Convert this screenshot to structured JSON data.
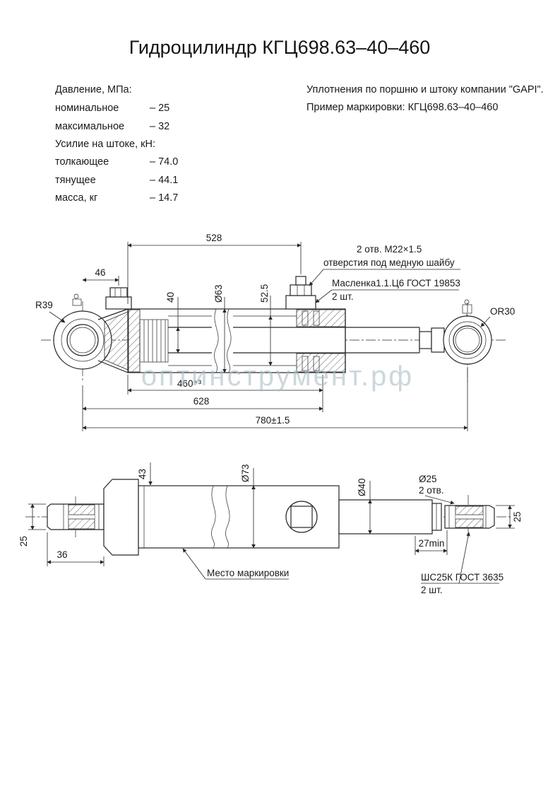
{
  "page": {
    "title": "Гидроцилиндр КГЦ698.63–40–460",
    "watermark": "оптинструмент.рф"
  },
  "specs": {
    "pressure_header": "Давление, МПа:",
    "nominal_label": "номинальное",
    "nominal_value": "– 25",
    "max_label": "максимальное",
    "max_value": "– 32",
    "force_header": "Усилие на штоке, кН:",
    "push_label": "толкающее",
    "push_value": "– 74.0",
    "pull_label": "тянущее",
    "pull_value": "– 44.1",
    "mass_label": "масса, кг",
    "mass_value": "– 14.7"
  },
  "notes": {
    "seals": "Уплотнения по поршню и штоку компании \"GAPI\".",
    "marking_example": "Пример маркировки: КГЦ698.63–40–460"
  },
  "upper_view": {
    "dim_length_528": "528",
    "holes_note_1": "2 отв. М22×1.5",
    "holes_note_2": "отверстия под медную шайбу",
    "dim_46": "46",
    "dim_rod_40": "40",
    "dim_bore_63": "Ø63",
    "dim_52_5": "52.5",
    "grease_note_1": "Масленка1.1.Ц6 ГОСТ 19853",
    "grease_note_2": "2 шт.",
    "radius_r39": "R39",
    "radius_or30": "OR30",
    "dim_stroke_460": "460⁺³",
    "dim_628": "628",
    "dim_780": "780±1.5"
  },
  "lower_view": {
    "dim_43": "43",
    "dim_d73": "Ø73",
    "dim_d40": "Ø40",
    "dim_d25": "Ø25",
    "dim_d25_qty": "2 отв.",
    "dim_pin_25_right": "25",
    "dim_pin_25_left": "25",
    "dim_36": "36",
    "dim_27min": "27min",
    "marking_label": "Место маркировки",
    "bearing_note_1": "ШС25К ГОСТ 3635",
    "bearing_note_2": "2 шт."
  }
}
